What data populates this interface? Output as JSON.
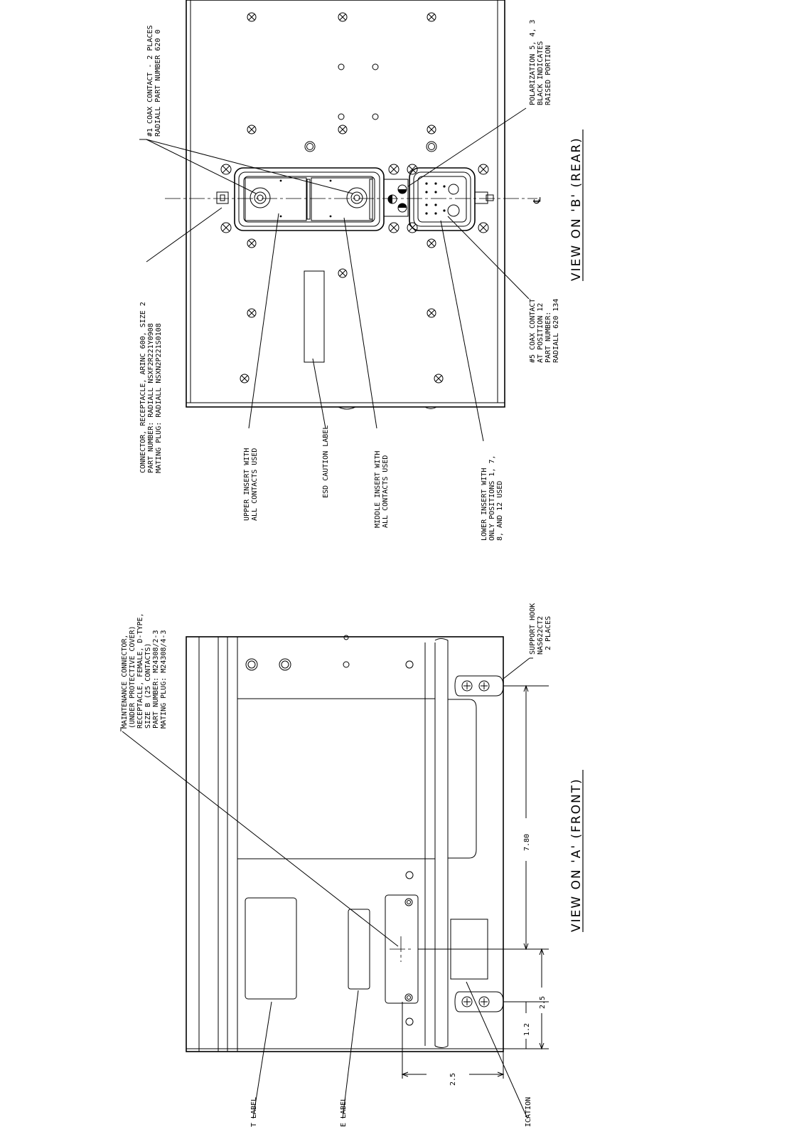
{
  "view_b": {
    "title": "VIEW ON 'B' (REAR)",
    "centerline_symbol": "℄",
    "coax_contact": [
      "#1 COAX CONTACT - 2 PLACES",
      "RADIALL PART NUMBER 620 0"
    ],
    "polarization": [
      "POLARIZATION 5, 4, 3",
      "BLACK INDICATES",
      "RAISED PORTION"
    ],
    "coax5": [
      "#5 COAX CONTACT",
      "AT POSITION 12",
      "PART NUMBER:",
      "RADIALL 620 134"
    ],
    "connector": [
      "CONNECTOR, RECEPTACLE, ARINC 600, SIZE 2",
      "PART NUMBER: RADIALL NSXF2R221Y0908",
      "MATING PLUG: RADIALL NSXN2P221S0108"
    ],
    "upper_insert": [
      "UPPER INSERT WITH",
      "ALL CONTACTS USED"
    ],
    "esd_label": [
      "ESD CAUTION LABEL"
    ],
    "middle_insert": [
      "MIDDLE INSERT WITH",
      "ALL CONTACTS USED"
    ],
    "lower_insert": [
      "LOWER INSERT WITH",
      "ONLY POSITIONS 1, 7,",
      "8, AND 12 USED"
    ]
  },
  "view_a": {
    "title": "VIEW ON 'A' (FRONT)",
    "maintenance": [
      "MAINTENANCE CONNECTOR,",
      "(UNDER PROTECTIVE COVER)",
      "RECEPTACLE, FEMALE, D-TYPE,",
      "SIZE B (25 CONTACTS)",
      "PART NUMBER: M24308/2-3",
      "MATING PLUG: M24308/4-3"
    ],
    "support_hook": [
      "SUPPORT HOOK",
      "NAS622CT2",
      "2 PLACES"
    ],
    "label_1": "T LABEL",
    "label_2": "E LABEL",
    "label_3": "ICATION",
    "dim_780": "7.80",
    "dim_25a": "2.5",
    "dim_12": "1.2",
    "dim_25b": "2.5"
  }
}
